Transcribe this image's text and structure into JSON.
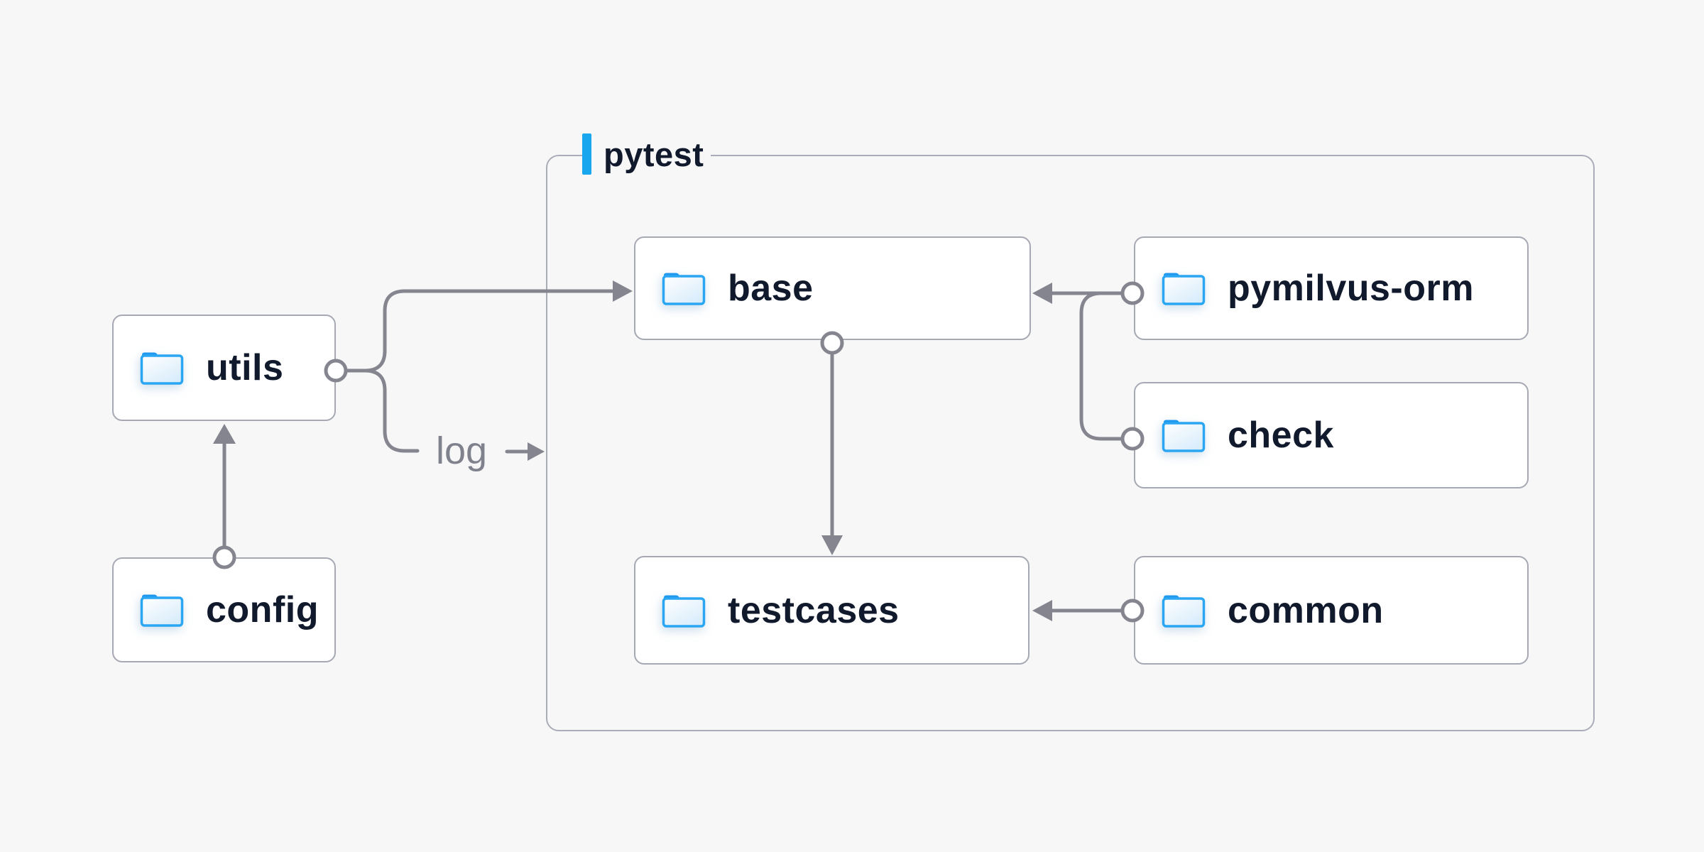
{
  "diagram": {
    "group": {
      "label": "pytest"
    },
    "edge_label": {
      "text": "log"
    },
    "nodes": [
      {
        "id": "utils",
        "label": "utils",
        "icon": "folder-icon"
      },
      {
        "id": "config",
        "label": "config",
        "icon": "folder-icon"
      },
      {
        "id": "base",
        "label": "base",
        "icon": "folder-icon"
      },
      {
        "id": "pymilvus-orm",
        "label": "pymilvus-orm",
        "icon": "folder-icon"
      },
      {
        "id": "check",
        "label": "check",
        "icon": "folder-icon"
      },
      {
        "id": "testcases",
        "label": "testcases",
        "icon": "folder-icon"
      },
      {
        "id": "common",
        "label": "common",
        "icon": "folder-icon"
      }
    ],
    "edges": [
      {
        "from": "config",
        "to": "utils",
        "start": "circle",
        "end": "arrow"
      },
      {
        "from": "utils",
        "to": "base",
        "start": "circle",
        "end": "arrow"
      },
      {
        "from": "utils",
        "to": "log",
        "start": "circle",
        "end": "label"
      },
      {
        "from": "log",
        "to": "pytest",
        "start": "label",
        "end": "arrow"
      },
      {
        "from": "pymilvus-orm",
        "to": "base",
        "start": "circle",
        "end": "arrow"
      },
      {
        "from": "check",
        "to": "base",
        "start": "circle",
        "end": "arrow"
      },
      {
        "from": "base",
        "to": "testcases",
        "start": "circle",
        "end": "arrow"
      },
      {
        "from": "common",
        "to": "testcases",
        "start": "circle",
        "end": "arrow"
      }
    ],
    "colors": {
      "background": "#f7f7f8",
      "node_fill": "#ffffff",
      "node_border": "#a6a9b3",
      "group_border": "#aaadb7",
      "connector": "#84858f",
      "label_text": "#111a2c",
      "edge_label_text": "#7f828d",
      "accent_bar": "#18a7ef",
      "folder_blue": "#2ba6f3",
      "folder_tab": "#1f97ec",
      "folder_fill_light": "#d8ecfb"
    }
  }
}
